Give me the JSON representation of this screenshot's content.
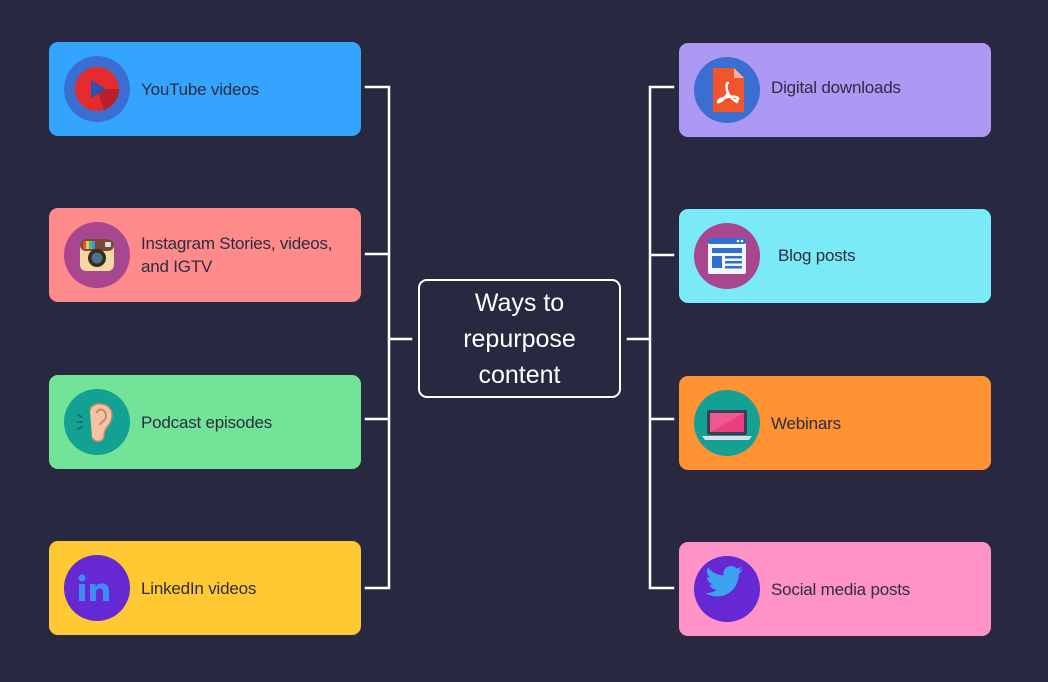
{
  "diagram": {
    "center_label": "Ways to repurpose content",
    "connector_color": "#ffffff",
    "left_items": [
      {
        "label": "YouTube videos",
        "color": "#35a4ff",
        "icon": "youtube-play-icon",
        "badge_color": "#3b6ed1"
      },
      {
        "label": "Instagram Stories, videos, and IGTV",
        "color": "#ff8a8a",
        "icon": "instagram-camera-icon",
        "badge_color": "#a8468f"
      },
      {
        "label": "Podcast episodes",
        "color": "#72e397",
        "icon": "ear-icon",
        "badge_color": "#12a192"
      },
      {
        "label": "LinkedIn videos",
        "color": "#ffc933",
        "icon": "linkedin-icon",
        "badge_color": "#6528d2"
      }
    ],
    "right_items": [
      {
        "label": "Digital downloads",
        "color": "#ad98f3",
        "icon": "pdf-file-icon",
        "badge_color": "#3b6ed1"
      },
      {
        "label": "Blog posts",
        "color": "#7aeaf7",
        "icon": "browser-window-icon",
        "badge_color": "#a8468f"
      },
      {
        "label": "Webinars",
        "color": "#ff9233",
        "icon": "laptop-icon",
        "badge_color": "#12a192"
      },
      {
        "label": "Social media posts",
        "color": "#ff93c8",
        "icon": "twitter-bird-icon",
        "badge_color": "#6528d2"
      }
    ]
  }
}
